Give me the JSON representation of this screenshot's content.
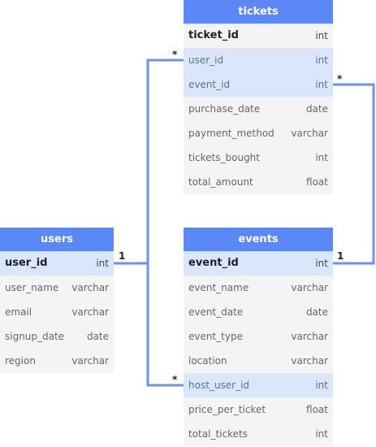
{
  "colors": {
    "header": "#5b87f7",
    "link_line": "#6b90ee",
    "row_bg": "#f4f4f4",
    "row_highlight": "#dae7fb"
  },
  "tables": {
    "tickets": {
      "title": "tickets",
      "fields": [
        {
          "name": "ticket_id",
          "type": "int"
        },
        {
          "name": "user_id",
          "type": "int"
        },
        {
          "name": "event_id",
          "type": "int"
        },
        {
          "name": "purchase_date",
          "type": "date"
        },
        {
          "name": "payment_method",
          "type": "varchar"
        },
        {
          "name": "tickets_bought",
          "type": "int"
        },
        {
          "name": "total_amount",
          "type": "float"
        }
      ]
    },
    "users": {
      "title": "users",
      "fields": [
        {
          "name": "user_id",
          "type": "int"
        },
        {
          "name": "user_name",
          "type": "varchar"
        },
        {
          "name": "email",
          "type": "varchar"
        },
        {
          "name": "signup_date",
          "type": "date"
        },
        {
          "name": "region",
          "type": "varchar"
        }
      ]
    },
    "events": {
      "title": "events",
      "fields": [
        {
          "name": "event_id",
          "type": "int"
        },
        {
          "name": "event_name",
          "type": "varchar"
        },
        {
          "name": "event_date",
          "type": "date"
        },
        {
          "name": "event_type",
          "type": "varchar"
        },
        {
          "name": "location",
          "type": "varchar"
        },
        {
          "name": "host_user_id",
          "type": "int"
        },
        {
          "name": "price_per_ticket",
          "type": "float"
        },
        {
          "name": "total_tickets",
          "type": "int"
        }
      ]
    }
  },
  "relations": [
    {
      "from": "tickets.user_id",
      "to": "users.user_id",
      "from_card": "*",
      "to_card": "1"
    },
    {
      "from": "tickets.event_id",
      "to": "events.event_id",
      "from_card": "*",
      "to_card": "1"
    },
    {
      "from": "events.host_user_id",
      "to": "users.user_id",
      "from_card": "*",
      "to_card": "1"
    }
  ]
}
